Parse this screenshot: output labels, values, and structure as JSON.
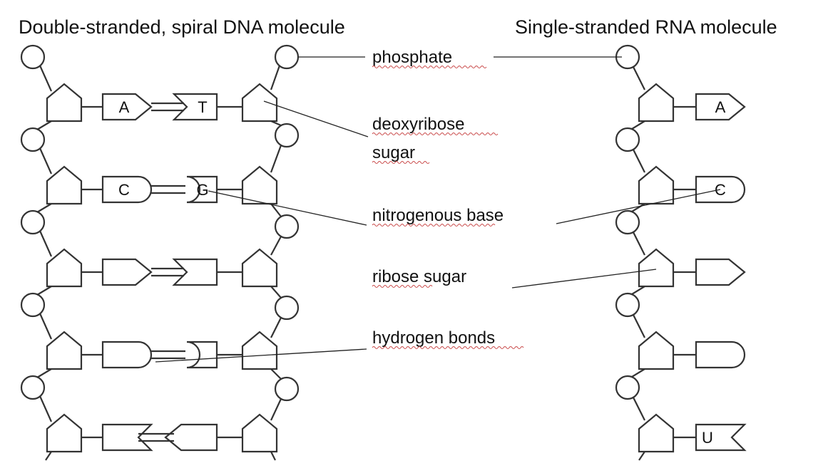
{
  "titles": {
    "dna": "Double-stranded, spiral DNA molecule",
    "rna": "Single-stranded RNA molecule"
  },
  "labels": {
    "phosphate": "phosphate",
    "deoxyribose_line1": "deoxyribose",
    "deoxyribose_line2": "sugar",
    "nitrogenous_base": "nitrogenous base",
    "ribose_sugar": "ribose sugar",
    "hydrogen_bonds": "hydrogen bonds"
  },
  "dna_pairs": [
    {
      "left_base": "A",
      "right_base": "T",
      "bond": "arrow"
    },
    {
      "left_base": "C",
      "right_base": "G",
      "bond": "round"
    },
    {
      "left_base": "",
      "right_base": "",
      "bond": "arrow"
    },
    {
      "left_base": "",
      "right_base": "",
      "bond": "round"
    },
    {
      "left_base": "",
      "right_base": "",
      "bond": "arrow-reverse"
    }
  ],
  "rna_bases": [
    {
      "base": "A",
      "shape": "arrow"
    },
    {
      "base": "C",
      "shape": "round"
    },
    {
      "base": "",
      "shape": "arrow"
    },
    {
      "base": "",
      "shape": "round"
    },
    {
      "base": "U",
      "shape": "notch"
    }
  ]
}
